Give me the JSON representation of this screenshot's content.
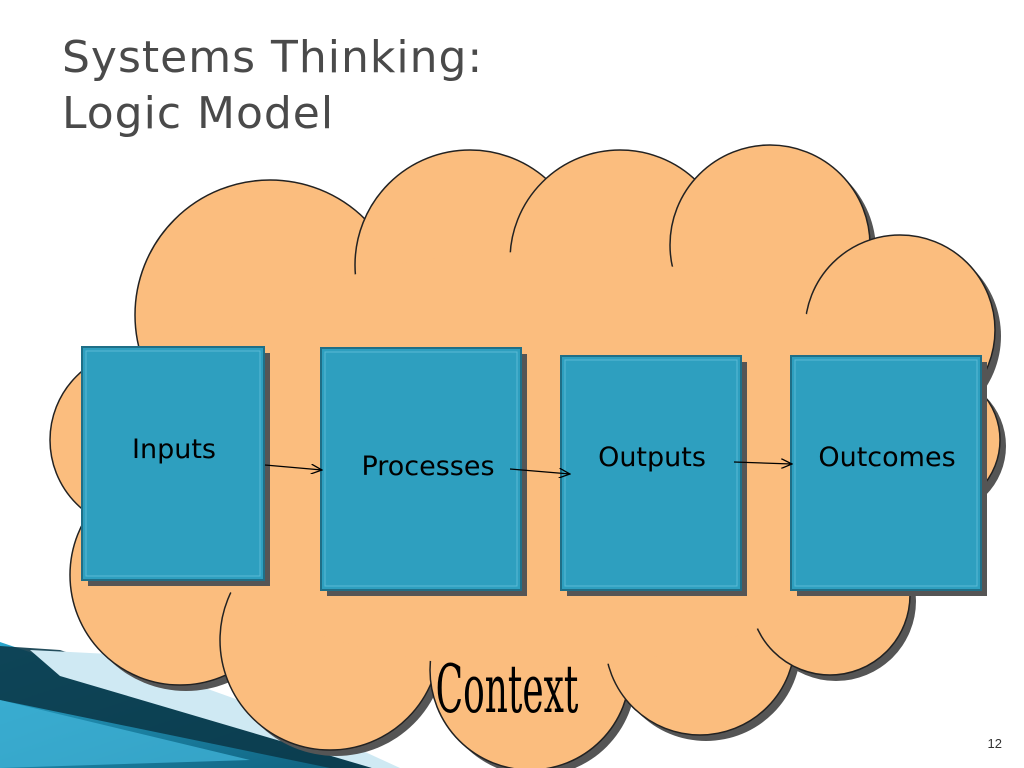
{
  "slide": {
    "title_line1": "Systems Thinking:",
    "title_line2": "Logic Model",
    "slide_number": "12"
  },
  "diagram": {
    "boxes": [
      {
        "id": "inputs",
        "label": "Inputs"
      },
      {
        "id": "processes",
        "label": "Processes"
      },
      {
        "id": "outputs",
        "label": "Outputs"
      },
      {
        "id": "outcomes",
        "label": "Outcomes"
      }
    ],
    "context_label": "Context"
  },
  "colors": {
    "cloud_fill": "#fbbd7e",
    "box_fill": "#2e9fbf",
    "box_border": "#1f6f87",
    "title_text": "#4a4a4a",
    "corner_dark": "#0b3a4a",
    "corner_teal": "#1e8fb5"
  }
}
